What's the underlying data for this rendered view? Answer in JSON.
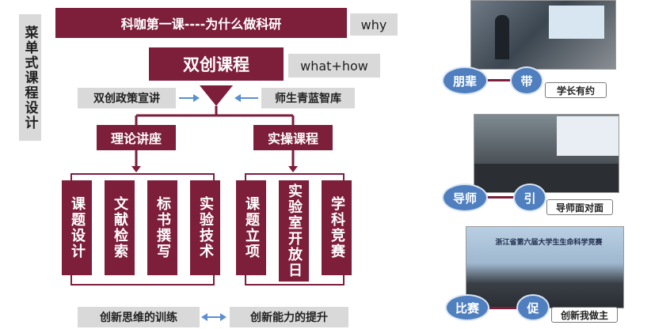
{
  "side_title": "菜单式课程设计",
  "top": {
    "title": "科咖第一课----为什么做科研",
    "tag": "why"
  },
  "main": {
    "title": "双创课程",
    "tag": "what+how"
  },
  "inputs": {
    "left": "双创政策宣讲",
    "right": "师生青蓝智库"
  },
  "branches": {
    "left": {
      "title": "理论讲座",
      "items": [
        "课题设计",
        "文献检索",
        "标书撰写",
        "实验技术"
      ]
    },
    "right": {
      "title": "实操课程",
      "items": [
        "课题立项",
        "实验室开放日",
        "学科竞赛"
      ]
    }
  },
  "bottom": {
    "left": "创新思维的训练",
    "right": "创新能力的提升"
  },
  "panels": [
    {
      "from": "朋辈",
      "to": "带",
      "caption": "学长有约"
    },
    {
      "from": "导师",
      "to": "引",
      "caption": "导师面对面"
    },
    {
      "from": "比赛",
      "to": "促",
      "caption": "创新我做主"
    }
  ],
  "photo_text": {
    "banner": "浙江省第六届大学生生命科学竞赛"
  },
  "colors": {
    "maroon": "#7d1e3a",
    "grey": "#d9d9d9",
    "blue": "#4f7fbf",
    "arrow": "#5a8fd0"
  }
}
